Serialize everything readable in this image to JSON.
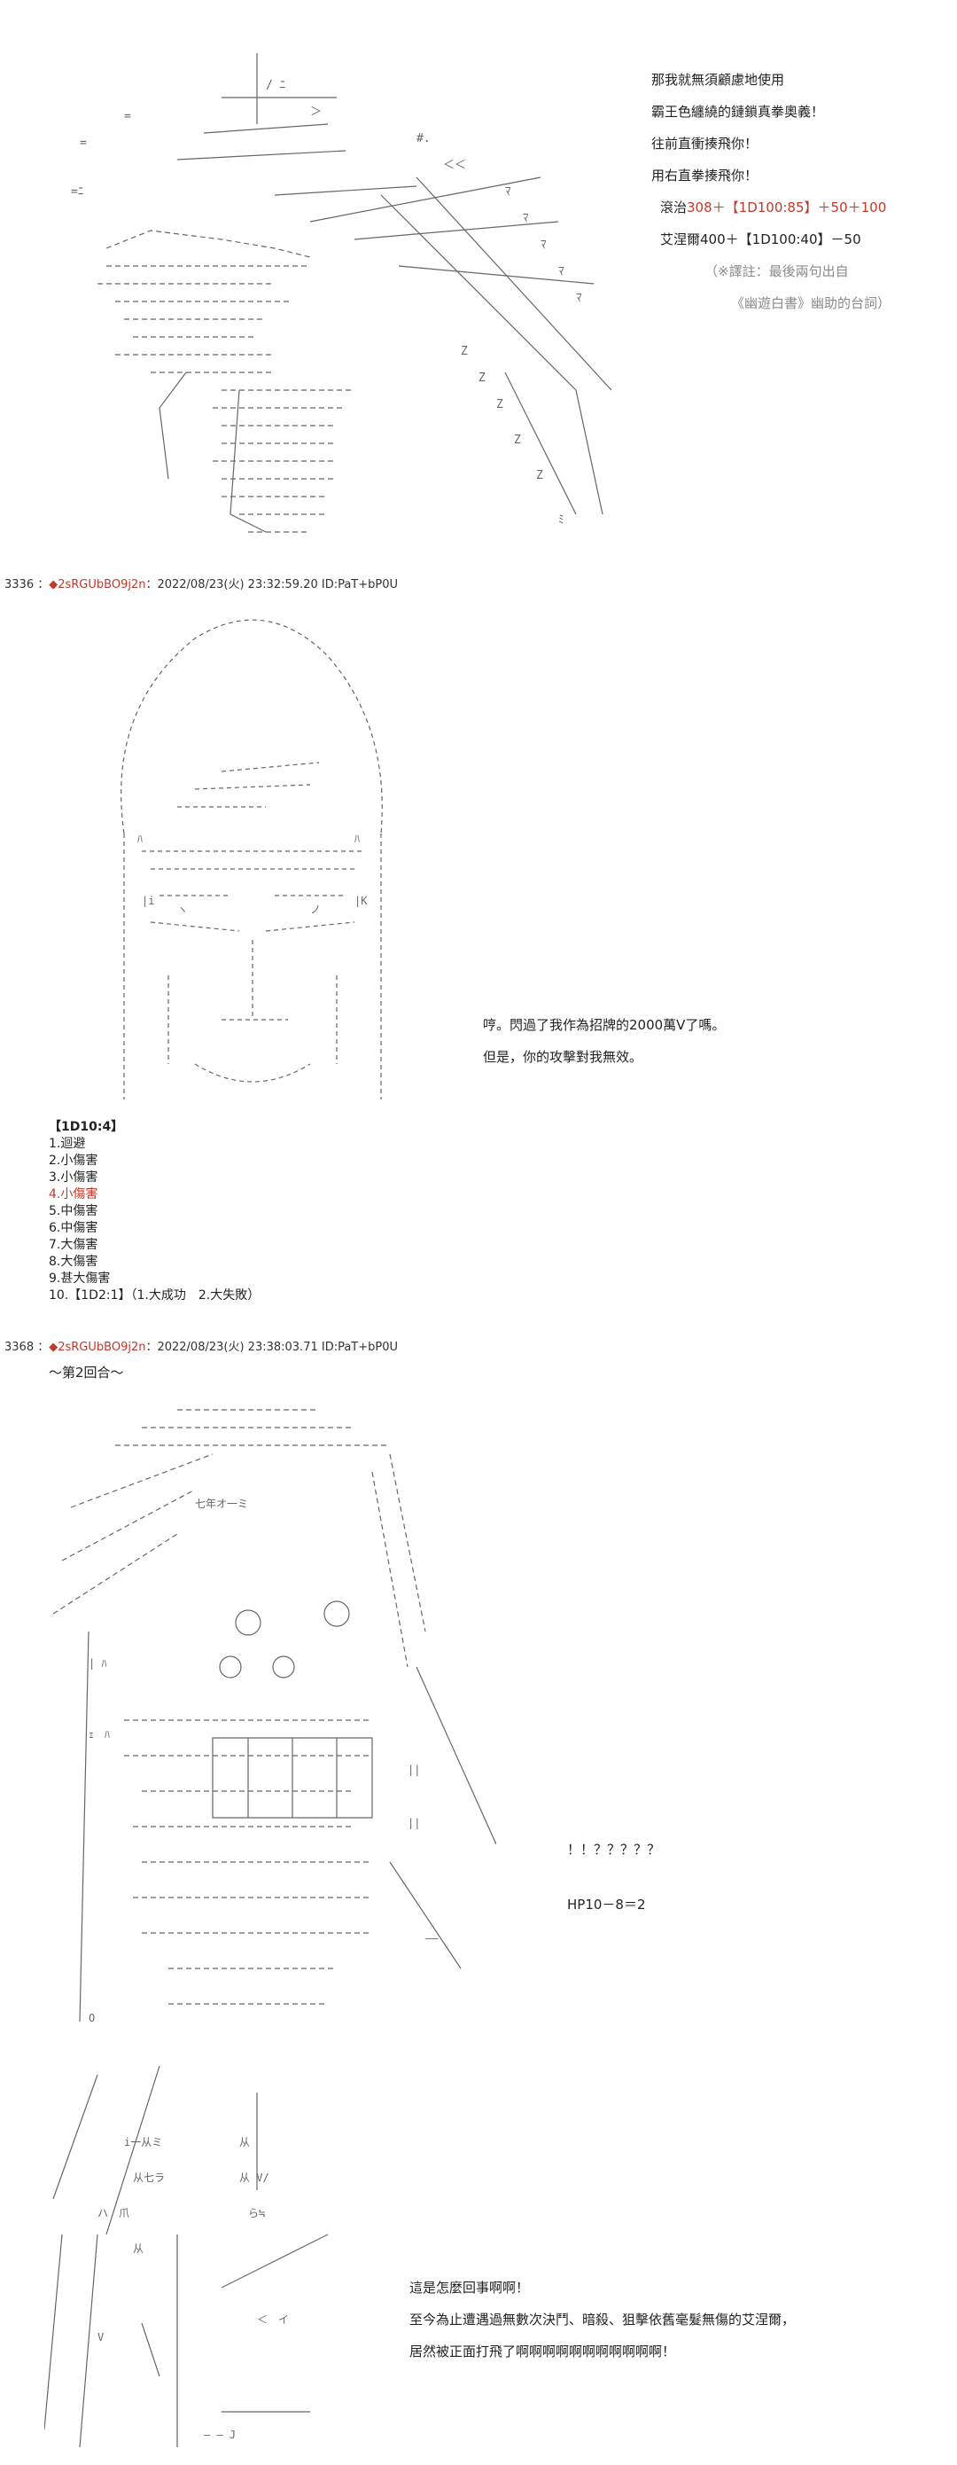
{
  "panel1": {
    "lines": [
      "那我就無須顧慮地使用",
      "霸王色纏繞的鏈鎖真拳奧義！",
      "往前直衝揍飛你！",
      "用右直拳揍飛你！"
    ],
    "stat1_name": "滾治",
    "stat1_pre": "308＋",
    "stat1_roll": "【1D100:85】",
    "stat1_post": "＋50＋100",
    "stat2_name": "艾涅爾",
    "stat2_pre": "400＋",
    "stat2_roll": "【1D100:40】",
    "stat2_post": "－50",
    "note1": "（※譯註：最後兩句出自",
    "note2": "《幽遊白書》幽助的台詞）"
  },
  "post1": {
    "number": "3336",
    "trip": "◆2sRGUbBO9j2n",
    "meta": "：2022/08/23(火) 23:32:59.20 ID:PaT+bP0U"
  },
  "panel2": {
    "line1": "哼。閃過了我作為招牌的2000萬V了嗎。",
    "line2": "但是，你的攻擊對我無效。"
  },
  "options": {
    "header": "【1D10:4】",
    "items": [
      "1.迴避",
      "2.小傷害",
      "3.小傷害",
      "4.小傷害",
      "5.中傷害",
      "6.中傷害",
      "7.大傷害",
      "8.大傷害",
      "9.甚大傷害",
      "10.【1D2:1】（1.大成功　2.大失敗）"
    ]
  },
  "post2": {
    "number": "3368",
    "trip": "◆2sRGUbBO9j2n",
    "meta": "：2022/08/23(火) 23:38:03.71 ID:PaT+bP0U"
  },
  "round": "～第2回合～",
  "panel3": {
    "line1": "！！？？？？？",
    "line2": "HP10－8＝2"
  },
  "panel4": {
    "line1": "這是怎麼回事啊啊！",
    "line2": "至今為止遭遇過無數次決鬥、暗殺、狙擊依舊毫髮無傷的艾涅爾，",
    "line3": "居然被正面打飛了啊啊啊啊啊啊啊啊啊啊啊！"
  }
}
